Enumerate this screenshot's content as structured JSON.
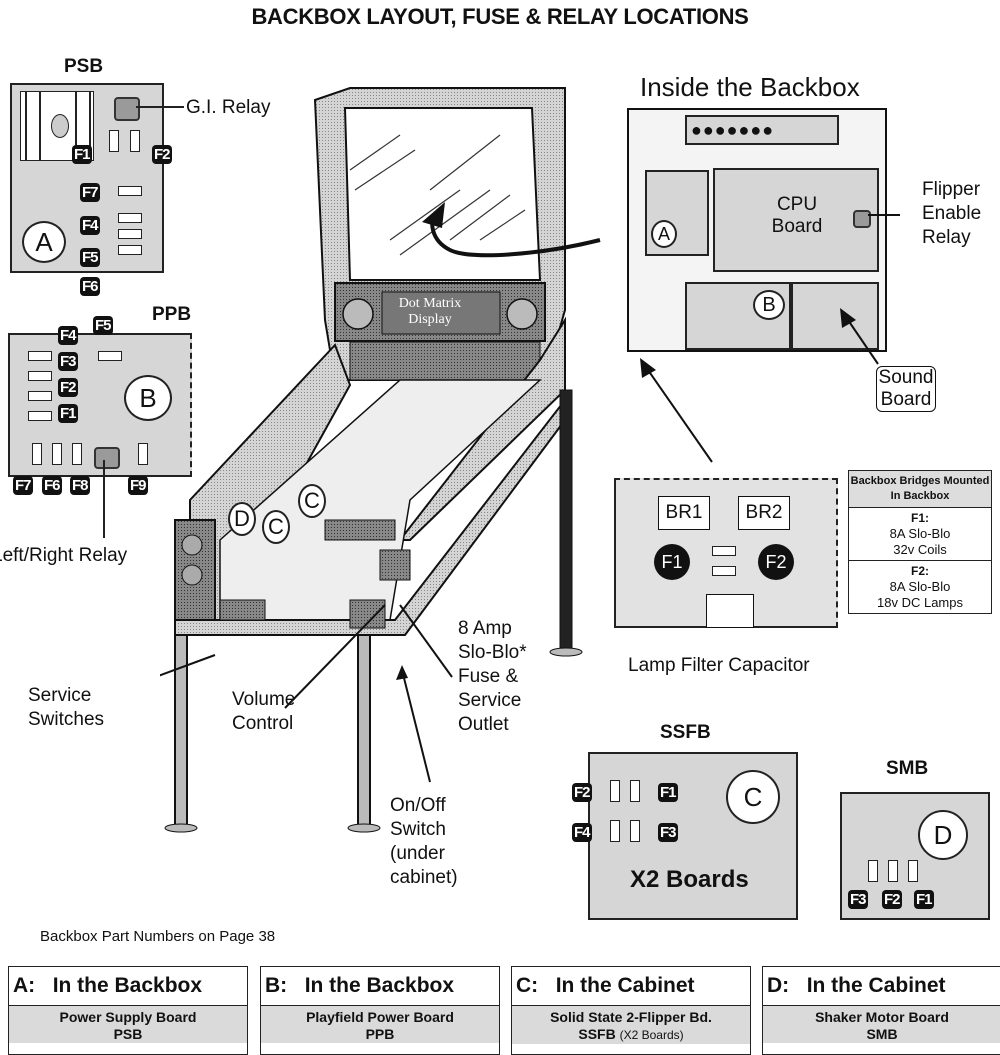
{
  "title": "BACKBOX LAYOUT, FUSE & RELAY LOCATIONS",
  "psb": {
    "label": "PSB",
    "letter": "A",
    "gi_relay": "G.I. Relay",
    "fuses": [
      "F1",
      "F2",
      "F7",
      "F4",
      "F5",
      "F6"
    ]
  },
  "ppb": {
    "label": "PPB",
    "letter": "B",
    "fuses_left": [
      "F4",
      "F3",
      "F2",
      "F1"
    ],
    "fuse_top": "F5",
    "fuses_bottom": [
      "F7",
      "F6",
      "F8",
      "F9"
    ],
    "relay_label": "Left/Right Relay"
  },
  "cabinet": {
    "display_label": "Dot Matrix Display",
    "markers": [
      "D",
      "C",
      "C"
    ],
    "service_switches": "Service Switches",
    "volume_control": "Volume Control",
    "fuse_outlet": "8 Amp Slo-Blo* Fuse & Service Outlet",
    "onoff": "On/Off Switch (under cabinet)"
  },
  "backbox": {
    "title": "Inside the Backbox",
    "cpu_label": "CPU Board",
    "flipper_relay": "Flipper Enable Relay",
    "sound_board": "Sound Board",
    "letters": [
      "A",
      "B"
    ]
  },
  "bridges": {
    "br1": "BR1",
    "br2": "BR2",
    "f1": "F1",
    "f2": "F2",
    "capacitor": "Lamp Filter Capacitor",
    "table_header": "Backbox Bridges Mounted In Backbox",
    "rows": [
      {
        "fuse": "F1:",
        "rating": "8A Slo-Blo",
        "use": "32v Coils"
      },
      {
        "fuse": "F2:",
        "rating": "8A Slo-Blo",
        "use": "18v DC Lamps"
      }
    ]
  },
  "ssfb": {
    "label": "SSFB",
    "letter": "C",
    "fuses": [
      "F2",
      "F1",
      "F4",
      "F3"
    ],
    "note": "X2 Boards"
  },
  "smb": {
    "label": "SMB",
    "letter": "D",
    "fuses": [
      "F3",
      "F2",
      "F1"
    ]
  },
  "part_numbers_note": "Backbox Part Numbers on Page 38",
  "legend": [
    {
      "key": "A:",
      "location": "In the Backbox",
      "board": "Power Supply Board",
      "abbr": "PSB",
      "extra": ""
    },
    {
      "key": "B:",
      "location": "In the Backbox",
      "board": "Playfield Power Board",
      "abbr": "PPB",
      "extra": ""
    },
    {
      "key": "C:",
      "location": "In the Cabinet",
      "board": "Solid State 2-Flipper Bd.",
      "abbr": "SSFB",
      "extra": "(X2 Boards)"
    },
    {
      "key": "D:",
      "location": "In the Cabinet",
      "board": "Shaker Motor Board",
      "abbr": "SMB",
      "extra": ""
    }
  ]
}
